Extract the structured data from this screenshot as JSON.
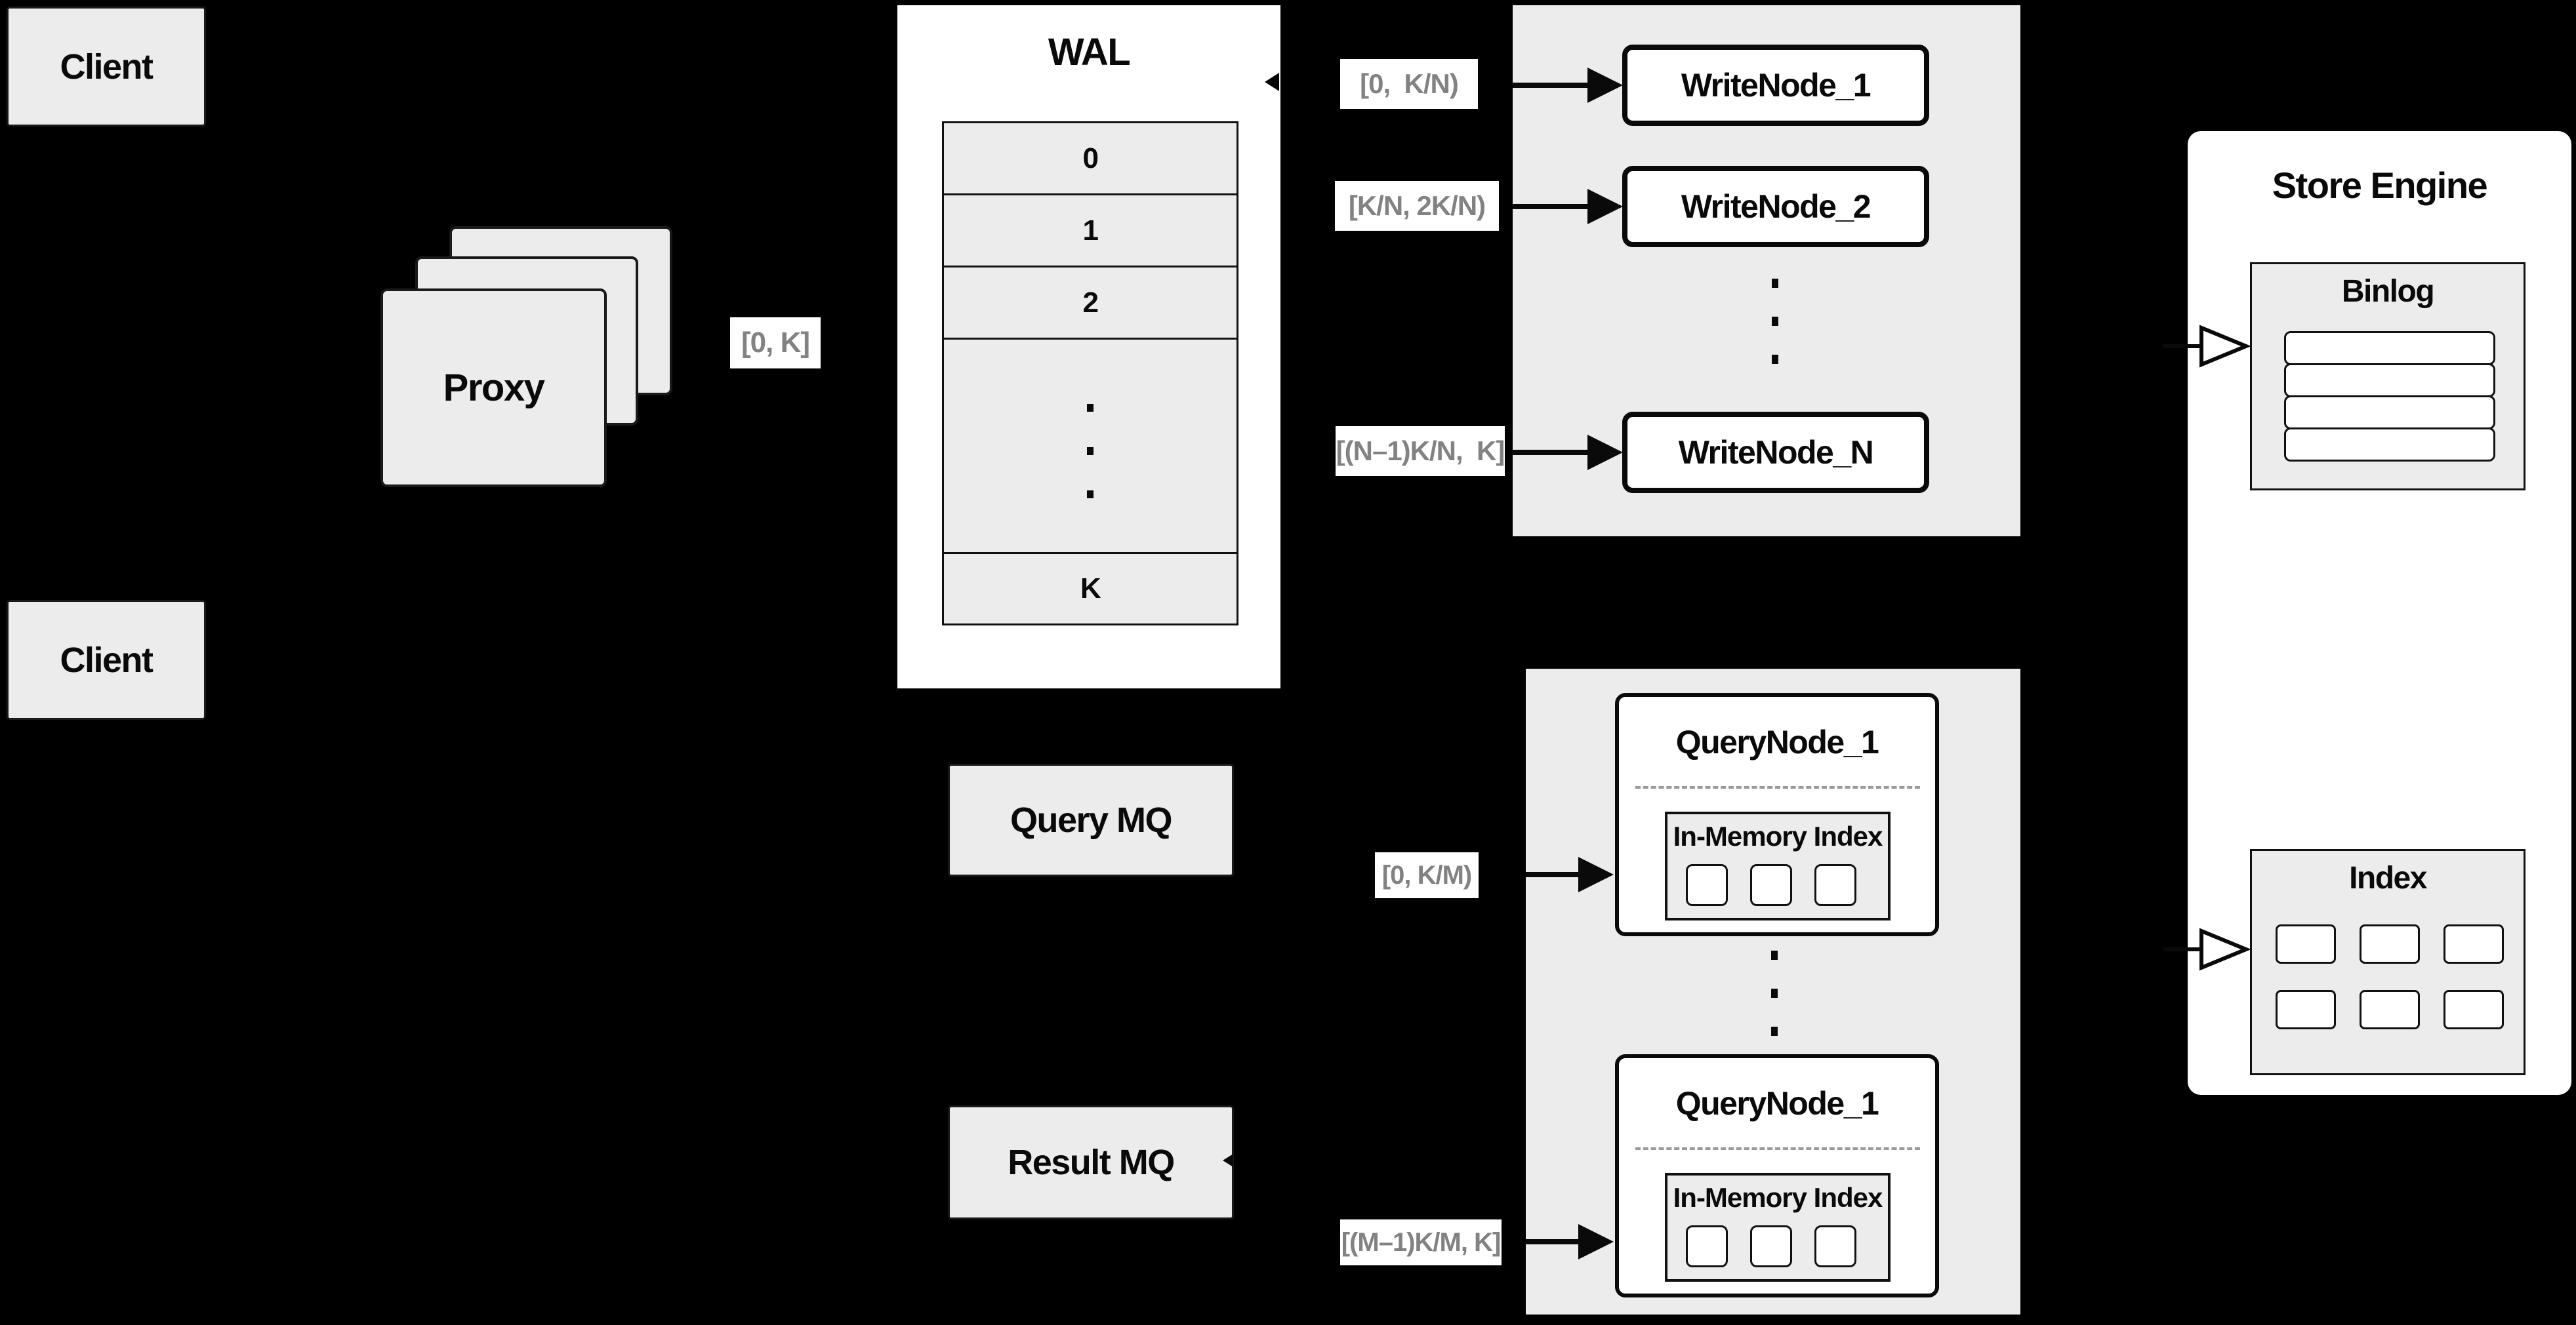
{
  "diagram": {
    "client_top": "Client",
    "client_bottom": "Client",
    "proxy": "Proxy",
    "proxy_range": "[0, K]",
    "wal": {
      "title": "WAL",
      "segment_0": "0",
      "segment_1": "1",
      "segment_2": "2",
      "segment_last": "K"
    },
    "write": {
      "range_1": "[0,  K/N)",
      "range_2": "[K/N, 2K/N)",
      "range_n": "[(N–1)K/N,  K]",
      "node_1": "WriteNode_1",
      "node_2": "WriteNode_2",
      "node_n": "WriteNode_N"
    },
    "query": {
      "mq_query": "Query MQ",
      "mq_result": "Result MQ",
      "range_1": "[0, K/M)",
      "range_m": "[(M–1)K/M, K]",
      "node_1_title": "QueryNode_1",
      "node_2_title": "QueryNode_1",
      "inner_title_1": "In-Memory Index",
      "inner_title_2": "In-Memory Index"
    },
    "store": {
      "title": "Store Engine",
      "binlog": "Binlog",
      "index": "Index"
    }
  },
  "colors": {
    "background": "#000000",
    "panel_gray": "#ececec",
    "box_white": "#ffffff",
    "border_black": "#0a0a0a",
    "range_text_gray": "#828282"
  }
}
